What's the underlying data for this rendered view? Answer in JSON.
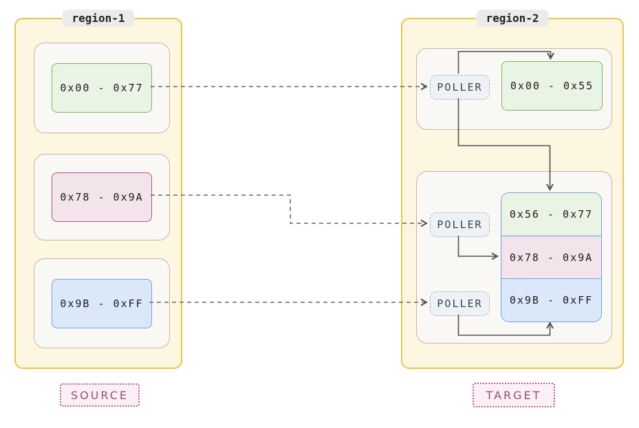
{
  "colors": {
    "region_border": "#ecc44d",
    "region_fill": "#fdf6e0",
    "group_fill": "#f9f8f5",
    "group_border": "#c9b2a5",
    "green_fill": "#e9f4e4",
    "green_border": "#79b560",
    "pink_fill": "#f3e4eb",
    "pink_border": "#a8547e",
    "blue_fill": "#dbe8fa",
    "blue_border": "#71a0e0",
    "poller_fill": "#eef2f5",
    "poller_border": "#9cb6cb",
    "poller_text": "#35444f",
    "tag_fill": "#fbf0f5",
    "tag_border": "#c2608a",
    "tag_text": "#9e4a78",
    "badge_fill": "#ebebeb",
    "badge_text": "#222222",
    "label_text": "#1a1a1a",
    "solid_edge": "#4f4f4f",
    "dashed_edge": "#666666"
  },
  "regions": {
    "source": {
      "title": "region-1",
      "blocks": [
        {
          "label": "0x00 - 0x77",
          "variant": "green"
        },
        {
          "label": "0x78 - 0x9A",
          "variant": "pink"
        },
        {
          "label": "0x9B - 0xFF",
          "variant": "blue"
        }
      ],
      "tag": "SOURCE"
    },
    "target": {
      "title": "region-2",
      "pollers": [
        {
          "label": "POLLER"
        },
        {
          "label": "POLLER"
        },
        {
          "label": "POLLER"
        }
      ],
      "top_block": {
        "label": "0x00 - 0x55",
        "variant": "green"
      },
      "stack": [
        {
          "label": "0x56 - 0x77",
          "variant": "green"
        },
        {
          "label": "0x78 - 0x9A",
          "variant": "pink"
        },
        {
          "label": "0x9B - 0xFF",
          "variant": "blue"
        }
      ],
      "tag": "TARGET"
    }
  }
}
